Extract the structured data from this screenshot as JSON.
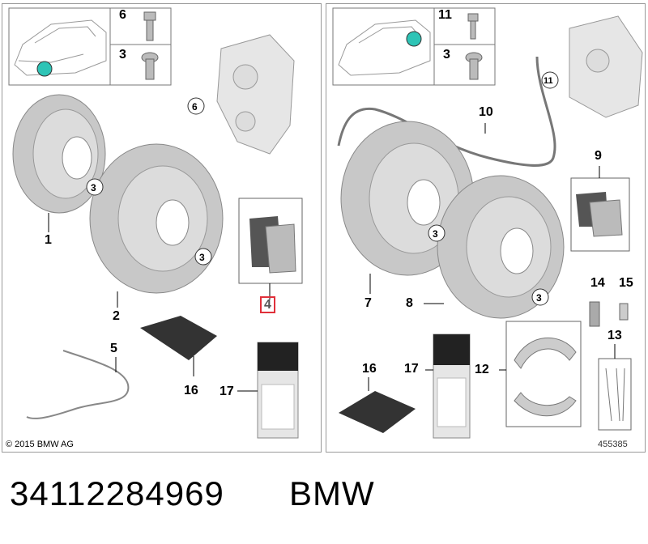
{
  "left_panel": {
    "legend": [
      {
        "number": "6",
        "icon": "bolt-icon"
      },
      {
        "number": "3",
        "icon": "screw-icon"
      }
    ],
    "parts": [
      {
        "number": "1",
        "name": "brake-disc-front-left"
      },
      {
        "number": "2",
        "name": "brake-disc-front-right"
      },
      {
        "number": "4",
        "name": "brake-pad-set",
        "highlighted": true
      },
      {
        "number": "5",
        "name": "wear-sensor"
      },
      {
        "number": "6",
        "name": "brake-caliper"
      },
      {
        "number": "16",
        "name": "cleaning-cloth"
      },
      {
        "number": "17",
        "name": "spray-can"
      }
    ],
    "callouts": [
      "3",
      "3",
      "6"
    ],
    "copyright": "© 2015 BMW AG"
  },
  "right_panel": {
    "legend": [
      {
        "number": "11",
        "icon": "bolt-icon"
      },
      {
        "number": "3",
        "icon": "screw-icon"
      }
    ],
    "parts": [
      {
        "number": "7",
        "name": "brake-disc-rear-left"
      },
      {
        "number": "8",
        "name": "brake-disc-rear-right"
      },
      {
        "number": "9",
        "name": "brake-pad-set-rear"
      },
      {
        "number": "10",
        "name": "wear-sensor-rear"
      },
      {
        "number": "12",
        "name": "parking-brake-shoes"
      },
      {
        "number": "13",
        "name": "spring-set"
      },
      {
        "number": "14",
        "name": "retaining-clip"
      },
      {
        "number": "15",
        "name": "adjuster"
      },
      {
        "number": "16",
        "name": "cleaning-cloth"
      },
      {
        "number": "17",
        "name": "spray-can"
      }
    ],
    "callouts": [
      "3",
      "3",
      "11"
    ],
    "diagram_number": "455385"
  },
  "footer": {
    "part_number": "34112284969",
    "brand": "BMW"
  },
  "colors": {
    "highlight": "#e0303a",
    "marker": "#2ec4b6",
    "part_gray": "#c8c8c8"
  }
}
